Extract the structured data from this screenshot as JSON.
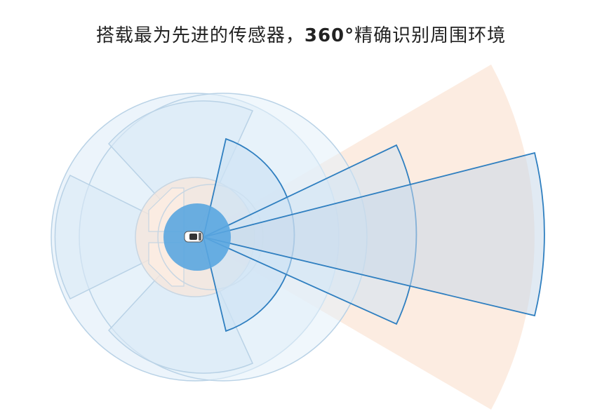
{
  "title": {
    "prefix": "搭载最为先进的传感器，",
    "highlight": "360°",
    "suffix": "精确识别周围环境"
  },
  "colors": {
    "radar_fill": "#fbe9dc",
    "radar_stroke": "#f3d8c4",
    "camera_fill": "#cfe3f4",
    "camera_stroke": "#2f7fc0",
    "surround_fill": "#e4f0fa",
    "surround_stroke": "#b9d2e6",
    "ultrasonic_fill": "#5aa6e0",
    "car_fill": "#ffffff"
  }
}
